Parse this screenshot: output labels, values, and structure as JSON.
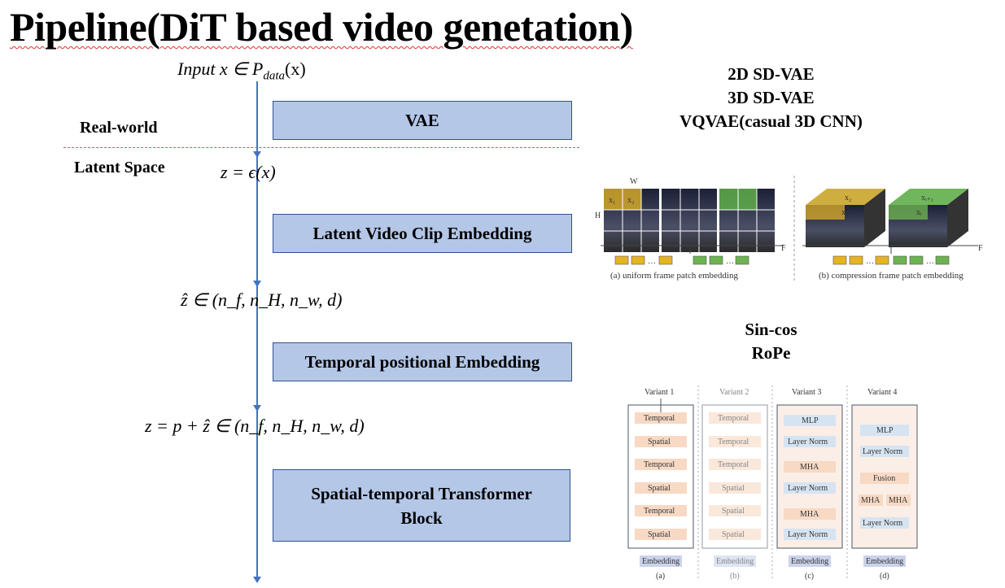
{
  "title": "Pipeline(DiT based video genetation)",
  "equations": {
    "input_prefix": "Input",
    "input_rest": "x ∈ P",
    "input_sub": "data",
    "input_tail": "(x)",
    "latent": "z = ϵ(x)",
    "zhat_dims": "ẑ ∈ (n_f, n_H, n_w, d)",
    "pos_sum": "z = p + ẑ ∈ (n_f, n_H, n_w, d)"
  },
  "boxes": {
    "vae": "VAE",
    "latent_clip": "Latent Video Clip Embedding",
    "temporal_pos": "Temporal positional Embedding",
    "st_block": "Spatial-temporal Transformer Block"
  },
  "labels": {
    "real_world": "Real-world",
    "latent_space": "Latent Space"
  },
  "vae_options": [
    "2D SD-VAE",
    "3D SD-VAE",
    "VQVAE(casual 3D CNN)"
  ],
  "pos_options": [
    "Sin-cos",
    "RoPe"
  ],
  "patch_figure": {
    "caption_a": "(a) uniform frame patch embedding",
    "caption_b": "(b) compression frame patch embedding",
    "axis_w": "W",
    "axis_h": "H",
    "axis_f": "F"
  },
  "variants_figure": {
    "variant_titles": [
      "Variant 1",
      "Variant 2",
      "Variant 3",
      "Variant 4"
    ],
    "sublabels": [
      "(a)",
      "(b)",
      "(c)",
      "(d)"
    ],
    "embedding": "Embedding",
    "temporal": "Temporal",
    "spatial": "Spatial",
    "mlp": "MLP",
    "layer_norm": "Layer Norm",
    "mha": "MHA",
    "fusion": "Fusion"
  }
}
